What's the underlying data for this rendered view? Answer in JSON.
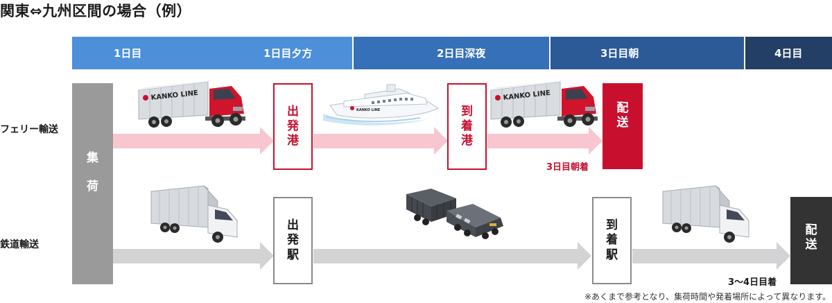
{
  "title": "関東⇔九州区間の場合（例）",
  "timeline": [
    {
      "label": "1日目"
    },
    {
      "label": "1日目夕方"
    },
    {
      "label": "2日目深夜"
    },
    {
      "label": "3日目朝"
    },
    {
      "label": "4日目"
    }
  ],
  "colors": {
    "timeline": [
      "#4d8fd8",
      "#4d8fd8",
      "#3670b8",
      "#2b5a96",
      "#233f66"
    ],
    "ferry_arrow": "#f7c6cf",
    "rail_arrow": "#d3d3d6",
    "accent_red": "#c8102e",
    "dark_box": "#333333",
    "collect_box": "#9a9a9a"
  },
  "rows": {
    "ferry": {
      "label": "フェリー輸送"
    },
    "rail": {
      "label": "鉄道輸送"
    }
  },
  "collect": {
    "chars": [
      "集",
      "荷"
    ]
  },
  "ferry_route": {
    "depart": {
      "chars": [
        "出",
        "発",
        "港"
      ]
    },
    "arrive": {
      "chars": [
        "到",
        "着",
        "港"
      ]
    },
    "deliver": {
      "chars": [
        "配",
        "送"
      ]
    },
    "arrival_time": "3日目朝着",
    "truck_logo": "KANKO LINE",
    "ship_logo": "KANKO LINE"
  },
  "rail_route": {
    "depart": {
      "chars": [
        "出",
        "発",
        "駅"
      ]
    },
    "arrive": {
      "chars": [
        "到",
        "着",
        "駅"
      ]
    },
    "deliver": {
      "chars": [
        "配",
        "送"
      ]
    },
    "arrival_time": "3〜4日目着"
  },
  "icons": [
    "ferry-truck-icon",
    "ferry-ship-icon",
    "ferry-truck-icon",
    "box-truck-icon",
    "freight-train-icon",
    "box-truck-icon"
  ],
  "note": "※あくまで参考となり、集荷時間や発着場所によって異なります。"
}
